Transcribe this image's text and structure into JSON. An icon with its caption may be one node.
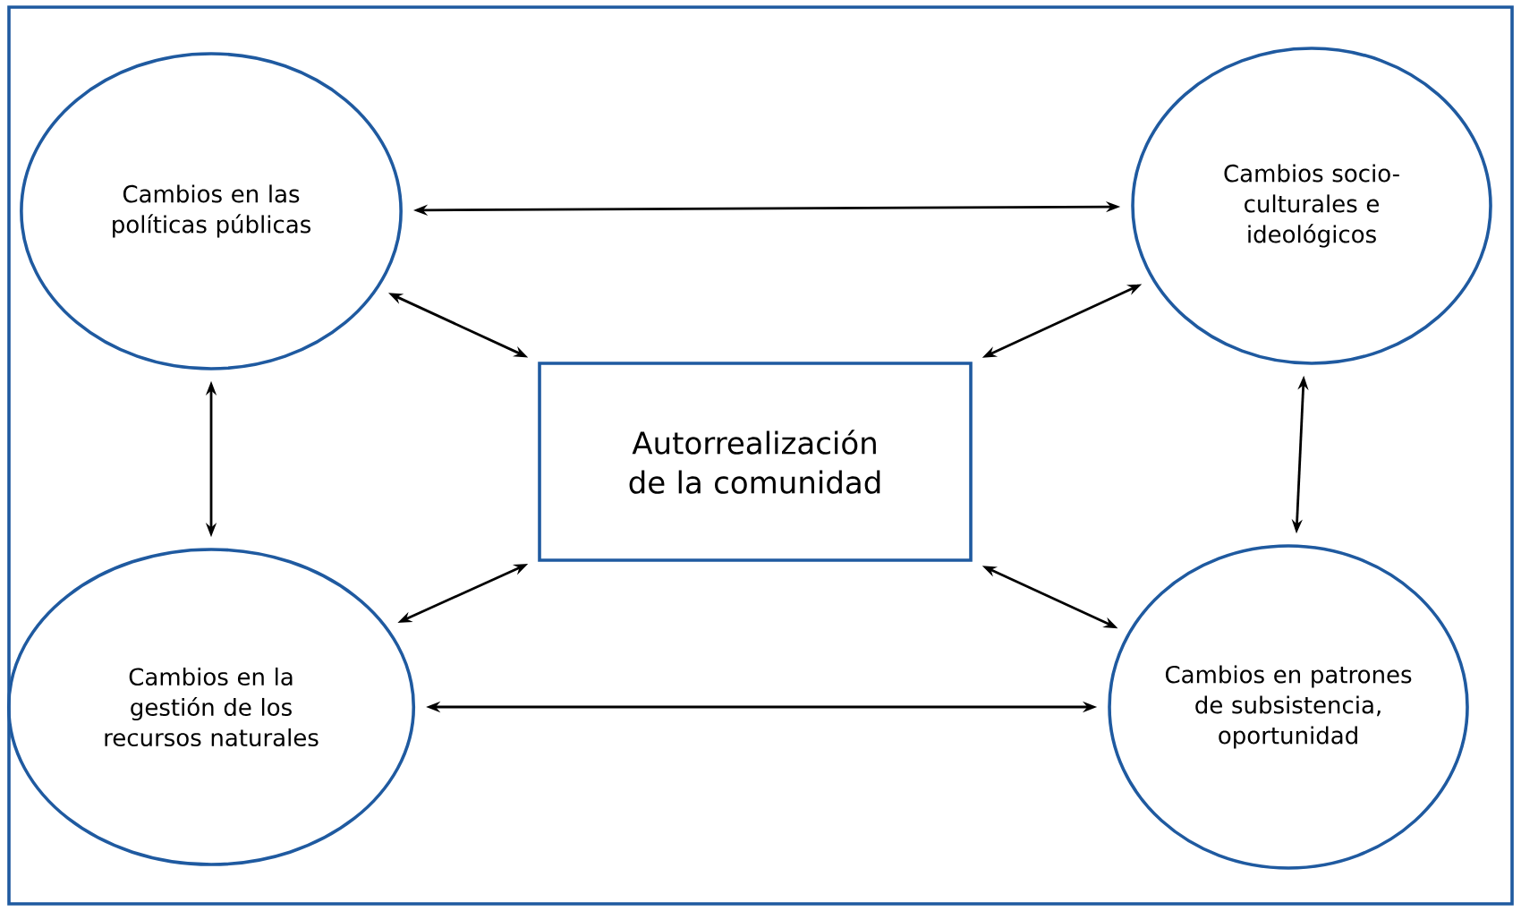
{
  "diagram": {
    "nodes": [
      {
        "text": [
          "Cambios en las políticas públicas"
        ]
      },
      {
        "text": [
          "Cambios socio-culturales e ideológicos"
        ]
      },
      {
        "text": [
          "Autorrealización de la comunidad"
        ]
      },
      {
        "text": [
          "Cambios en la gestión de los recursos naturales"
        ]
      },
      {
        "text": [
          "Cambios en patrones de subsistencia, oportunidad"
        ]
      }
    ],
    "edges": [
      {
        "from": 0,
        "to": 1,
        "arrow": "both"
      },
      {
        "from": 0,
        "to": 2,
        "arrow": "both"
      },
      {
        "from": 1,
        "to": 2,
        "arrow": "both"
      },
      {
        "from": 0,
        "to": 3,
        "arrow": "both"
      },
      {
        "from": 1,
        "to": 4,
        "arrow": "both"
      },
      {
        "from": 3,
        "to": 2,
        "arrow": "both"
      },
      {
        "from": 4,
        "to": 2,
        "arrow": "both"
      },
      {
        "from": 3,
        "to": 4,
        "arrow": "both"
      }
    ]
  }
}
